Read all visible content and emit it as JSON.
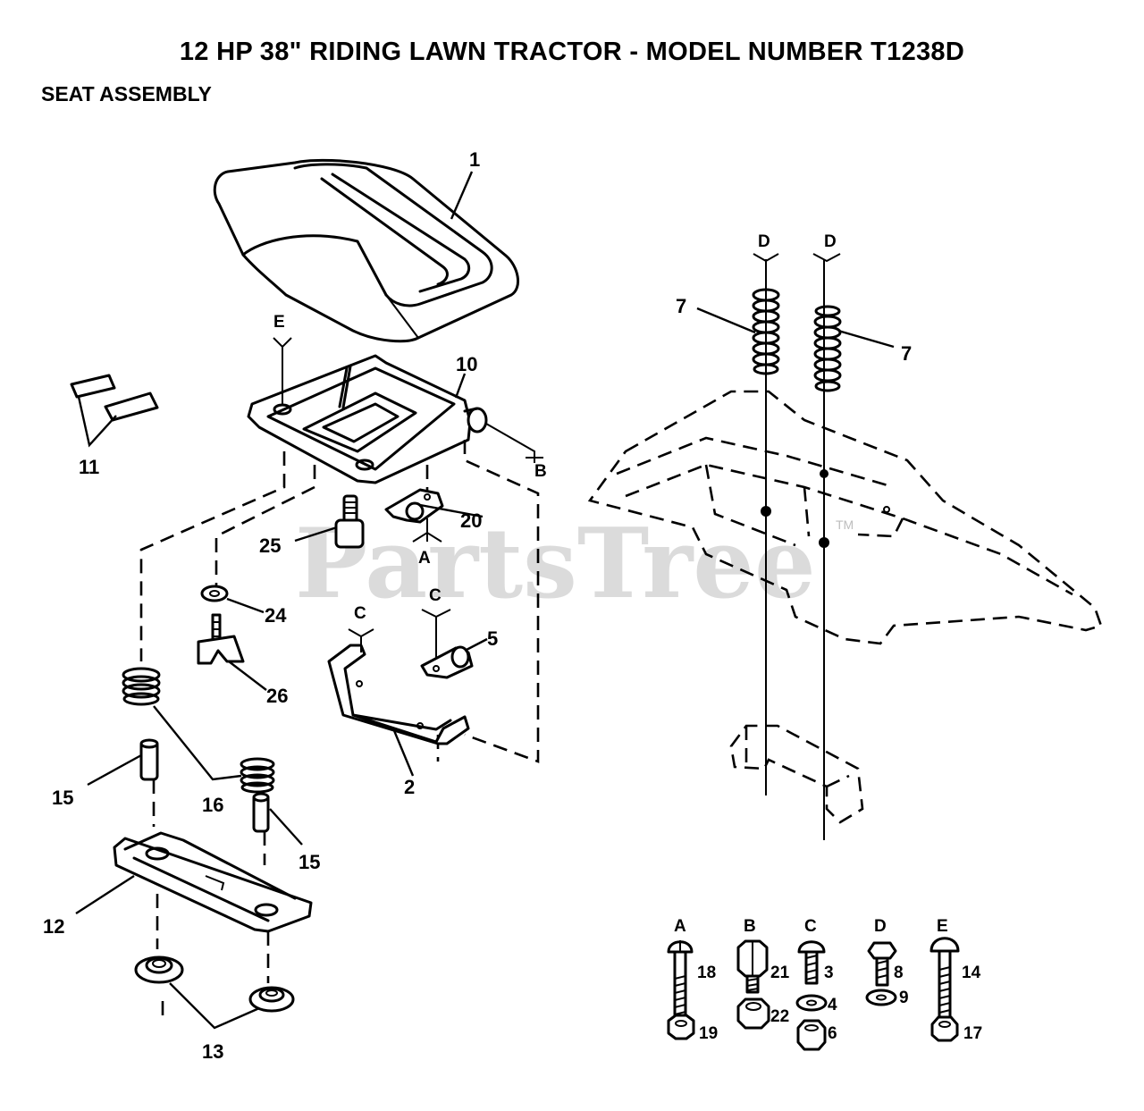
{
  "header": {
    "title": "12 HP 38\" RIDING LAWN TRACTOR - MODEL NUMBER T1238D",
    "subtitle": "SEAT ASSEMBLY"
  },
  "watermark": {
    "text": "PartsTree",
    "tm": "TM"
  },
  "parts": {
    "p1": "1",
    "p2": "2",
    "p3": "3",
    "p4": "4",
    "p5": "5",
    "p6": "6",
    "p7a": "7",
    "p7b": "7",
    "p8": "8",
    "p9": "9",
    "p10": "10",
    "p11": "11",
    "p12": "12",
    "p13": "13",
    "p14": "14",
    "p15a": "15",
    "p15b": "15",
    "p16": "16",
    "p17": "17",
    "p18": "18",
    "p19": "19",
    "p20": "20",
    "p21": "21",
    "p22": "22",
    "p24": "24",
    "p25": "25",
    "p26": "26"
  },
  "refs": {
    "E_top": "E",
    "B_side": "B",
    "A_mid": "A",
    "C_left": "C",
    "C_right": "C",
    "D_left": "D",
    "D_right": "D"
  },
  "hardware_keys": {
    "A": "A",
    "B": "B",
    "C": "C",
    "D": "D",
    "E": "E"
  }
}
